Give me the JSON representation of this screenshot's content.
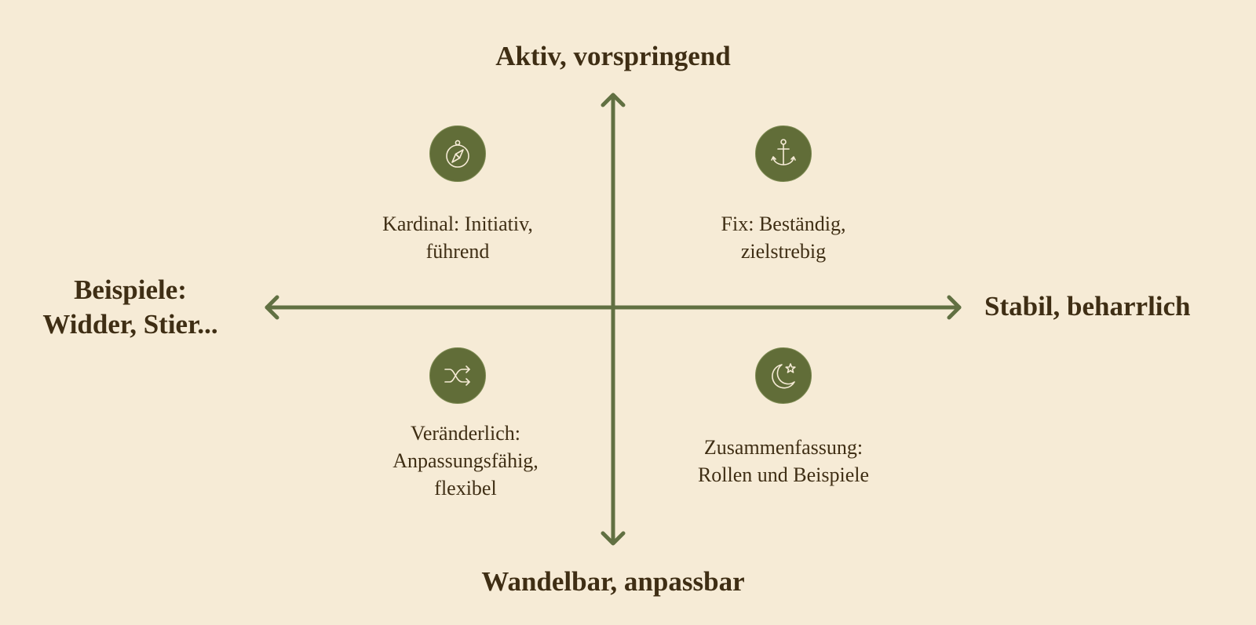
{
  "diagram": {
    "type": "quadrant-axes",
    "colors": {
      "background": "#f6ebd6",
      "axis": "#617042",
      "icon_fill": "#616d38",
      "text": "#3f2e14",
      "icon_stroke": "#f6ebd6"
    },
    "axis_labels": {
      "top": "Aktiv, vorspringend",
      "bottom": "Wandelbar, anpassbar",
      "right": "Stabil, beharrlich",
      "left_line1": "Beispiele:",
      "left_line2": "Widder, Stier..."
    },
    "quadrants": [
      {
        "id": "cardinal",
        "position": "top-left",
        "icon": "compass-icon",
        "lines": [
          "Kardinal: Initiativ,",
          "führend"
        ]
      },
      {
        "id": "fixed",
        "position": "top-right",
        "icon": "anchor-icon",
        "lines": [
          "Fix: Beständig,",
          "zielstrebig"
        ]
      },
      {
        "id": "mutable",
        "position": "bottom-left",
        "icon": "shuffle-icon",
        "lines": [
          "Veränderlich:",
          "Anpassungsfähig,",
          "flexibel"
        ]
      },
      {
        "id": "summary",
        "position": "bottom-right",
        "icon": "moon-star-icon",
        "lines": [
          "Zusammenfassung:",
          "Rollen und Beispiele"
        ]
      }
    ]
  }
}
